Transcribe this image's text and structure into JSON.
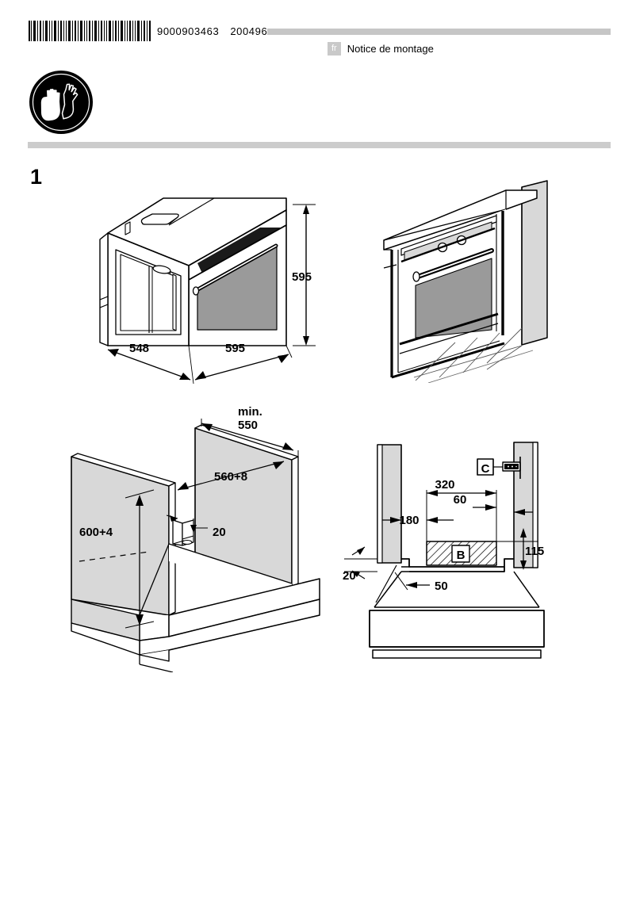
{
  "header": {
    "barcode_icon": "barcode",
    "doc_number": "9000903463",
    "doc_code": "200496",
    "language_code": "fr",
    "document_title": "Notice de montage"
  },
  "safety": {
    "icon": "protective-gloves-icon"
  },
  "step": {
    "number": "1"
  },
  "figures": {
    "oven_dimensions": {
      "name": "oven-dimensions-figure",
      "labels": {
        "height": "595",
        "depth": "548",
        "width": "595"
      }
    },
    "oven_installed": {
      "name": "oven-installed-in-cabinet-figure"
    },
    "niche": {
      "name": "cabinet-niche-dimensions-figure",
      "labels": {
        "depth_min_prefix": "min.",
        "depth_min_value": "550",
        "width": "560+8",
        "height": "600+4",
        "front_gap": "20"
      }
    },
    "section": {
      "name": "cabinet-section-dimensions-figure",
      "labels": {
        "socket_zone_width": "320",
        "socket_offset": "60",
        "socket_left": "180",
        "socket_height": "115",
        "plinth_depth": "50",
        "gap": "20",
        "zone_b": "B",
        "callout_c": "C",
        "socket_icon": "power-socket-icon"
      }
    }
  },
  "colors": {
    "rule_grey": "#cccccc",
    "header_bar_grey": "#c6c6c6",
    "badge_grey": "#c9c9c9",
    "panel_grey": "#d8d8d8",
    "glass_grey": "#9a9a9a",
    "ink": "#000000"
  }
}
